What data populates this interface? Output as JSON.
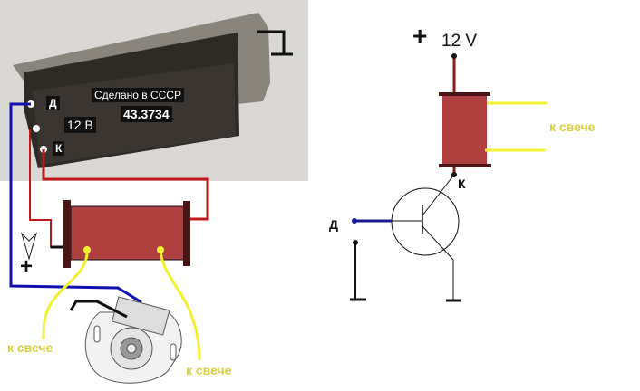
{
  "module": {
    "made_in": "Сделано  в  СССР",
    "part_number": "43.3734",
    "voltage_tag": "12 В",
    "terminal_d": "Д",
    "terminal_k": "К"
  },
  "wiring": {
    "plus": "+",
    "spark_left": "к свече",
    "spark_right": "к свече"
  },
  "schematic": {
    "plus": "+",
    "supply": "12 V",
    "collector": "К",
    "input": "Д",
    "spark": "к свече"
  },
  "colors": {
    "coil": "#b04040",
    "coil_end": "#4a1515",
    "wire_red": "#c01818",
    "wire_blue": "#1010b0",
    "wire_yellow": "#f2f030",
    "label_yellow": "#d8d040"
  }
}
